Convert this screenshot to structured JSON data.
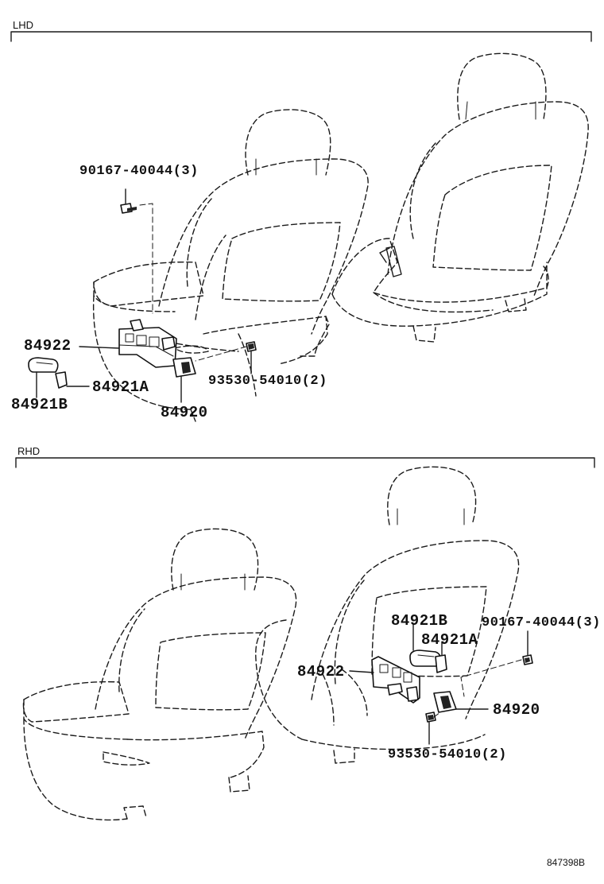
{
  "sections": {
    "lhd": {
      "label": "LHD",
      "callouts": {
        "bolt": "90167-40044(3)",
        "switch_assy": "84922",
        "knob_a": "84921A",
        "knob_b": "84921B",
        "sub_switch": "84920",
        "screw": "93530-54010(2)"
      }
    },
    "rhd": {
      "label": "RHD",
      "callouts": {
        "knob_b": "84921B",
        "knob_a": "84921A",
        "bolt": "90167-40044(3)",
        "switch_assy": "84922",
        "sub_switch": "84920",
        "screw": "93530-54010(2)"
      }
    }
  },
  "figure_ref": "847398B"
}
